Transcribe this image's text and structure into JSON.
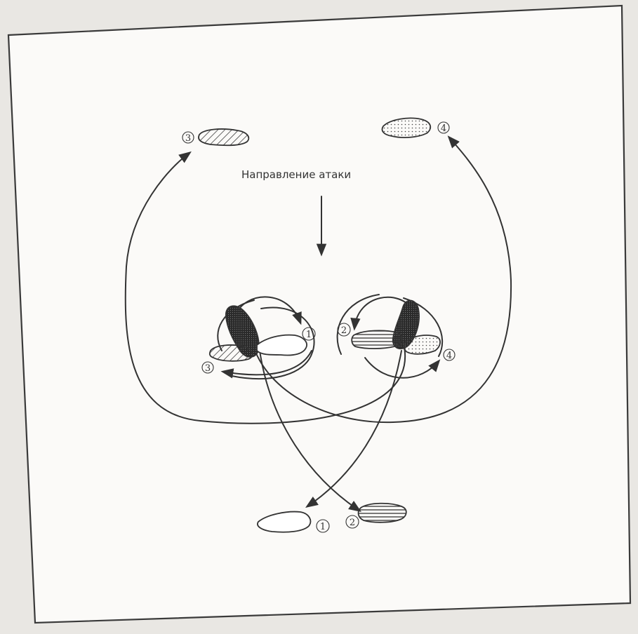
{
  "diagram": {
    "caption": "Направление атаки",
    "labels": {
      "step1": "1",
      "step2": "2",
      "step3": "3",
      "step4": "4"
    }
  }
}
